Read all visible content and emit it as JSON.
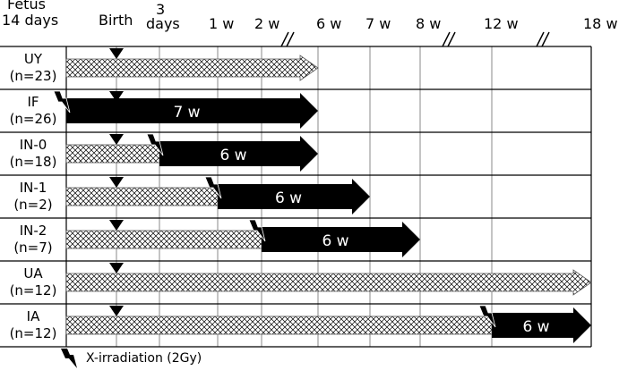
{
  "timeline": {
    "columns": [
      {
        "id": "fetus",
        "lines": [
          "Fetus",
          "14 days"
        ]
      },
      {
        "id": "birth",
        "lines": [
          "Birth"
        ]
      },
      {
        "id": "3days",
        "lines": [
          "3",
          "days"
        ]
      },
      {
        "id": "1w",
        "lines": [
          "1 w"
        ]
      },
      {
        "id": "2w",
        "lines": [
          "2 w"
        ]
      },
      {
        "id": "6w",
        "lines": [
          "6 w"
        ]
      },
      {
        "id": "7w",
        "lines": [
          "7 w"
        ]
      },
      {
        "id": "8w",
        "lines": [
          "8 w"
        ]
      },
      {
        "id": "12w",
        "lines": [
          "12 w"
        ]
      },
      {
        "id": "18w",
        "lines": [
          "18 w"
        ]
      }
    ],
    "axis_breaks": [
      "2w-6w",
      "8w-12w",
      "12w-18w"
    ]
  },
  "groups": [
    {
      "name": "UY",
      "n": "(n=23)",
      "unirradiated_until": "6w",
      "irradiated_from": null,
      "irradiated_until": null,
      "irradiation_label": ""
    },
    {
      "name": "IF",
      "n": "(n=26)",
      "unirradiated_until": null,
      "irradiated_from": "fetus",
      "irradiated_until": "6w",
      "irradiation_label": "7 w"
    },
    {
      "name": "IN-0",
      "n": "(n=18)",
      "unirradiated_until": "3days",
      "irradiated_from": "3days",
      "irradiated_until": "6w",
      "irradiation_label": "6 w"
    },
    {
      "name": "IN-1",
      "n": "(n=2)",
      "unirradiated_until": "1w",
      "irradiated_from": "1w",
      "irradiated_until": "7w",
      "irradiation_label": "6 w"
    },
    {
      "name": "IN-2",
      "n": "(n=7)",
      "unirradiated_until": "2w",
      "irradiated_from": "2w",
      "irradiated_until": "8w",
      "irradiation_label": "6 w"
    },
    {
      "name": "UA",
      "n": "(n=12)",
      "unirradiated_until": "18w",
      "irradiated_from": null,
      "irradiated_until": null,
      "irradiation_label": ""
    },
    {
      "name": "IA",
      "n": "(n=12)",
      "unirradiated_until": "12w",
      "irradiated_from": "12w",
      "irradiated_until": "18w",
      "irradiation_label": "6 w"
    }
  ],
  "birth_marker": "birth",
  "legend": {
    "icon": "lightning-icon",
    "text": "X-irradiation (2Gy)"
  },
  "colors": {
    "irradiated": "#000000",
    "unirradiated_hatch": "#000000",
    "grid": "#000000"
  }
}
